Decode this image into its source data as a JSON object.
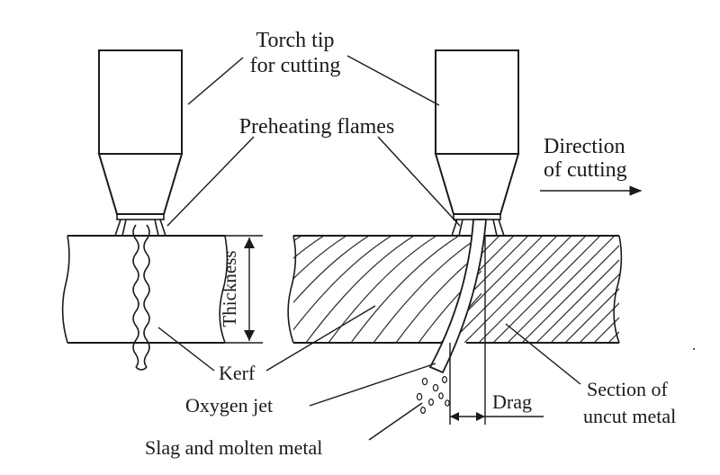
{
  "labels": {
    "torch_tip_line1": "Torch tip",
    "torch_tip_line2": "for cutting",
    "preheating_flames": "Preheating flames",
    "direction_line1": "Direction",
    "direction_line2": "of cutting",
    "thickness": "Thickness",
    "kerf": "Kerf",
    "oxygen_jet": "Oxygen jet",
    "slag": "Slag and molten metal",
    "drag": "Drag",
    "section_line1": "Section of",
    "section_line2": "uncut metal"
  },
  "colors": {
    "ink": "#1a1a1a",
    "background": "#ffffff"
  }
}
